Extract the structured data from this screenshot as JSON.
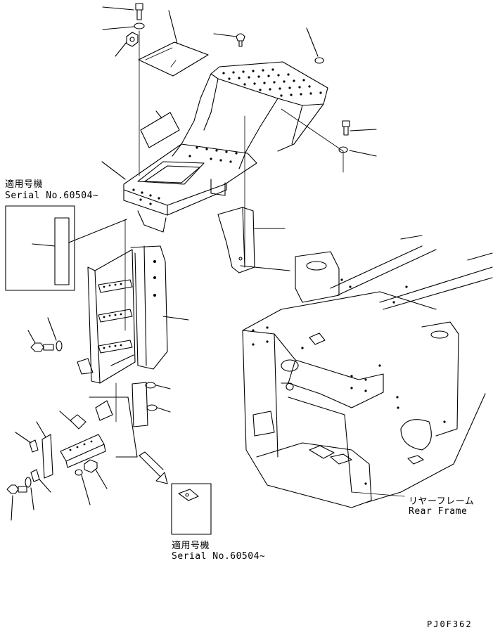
{
  "top_serial": {
    "jp": "適用号機",
    "en": "Serial No.60504~"
  },
  "bottom_serial": {
    "jp": "適用号機",
    "en": "Serial No.60504~"
  },
  "rear_frame": {
    "jp": "リヤーフレーム",
    "en": "Rear Frame"
  },
  "drawing_code": "PJ0F362"
}
